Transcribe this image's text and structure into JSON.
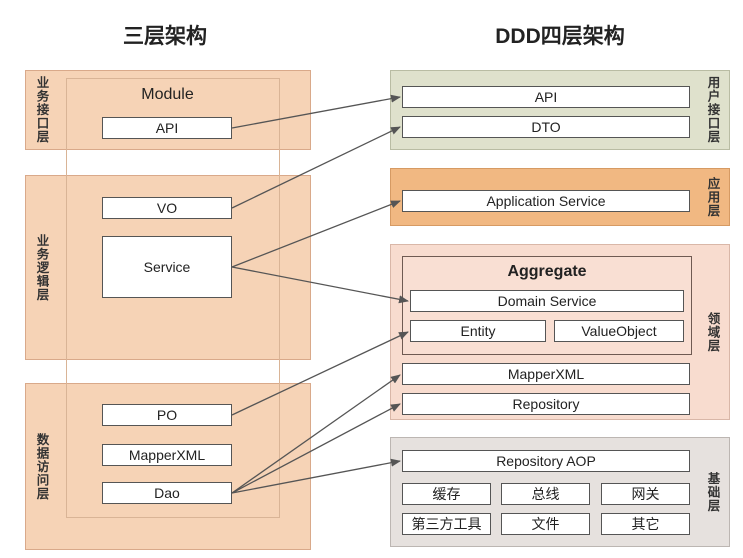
{
  "left": {
    "title": "三层架构",
    "layers": {
      "interface": "业务接口层",
      "logic": "业务逻辑层",
      "data": "数据访问层"
    },
    "module_title": "Module",
    "boxes": {
      "api": "API",
      "vo": "VO",
      "service": "Service",
      "po": "PO",
      "mapperxml": "MapperXML",
      "dao": "Dao"
    }
  },
  "right": {
    "title": "DDD四层架构",
    "layers": {
      "user": "用户接口层",
      "app": "应用层",
      "domain": "领域层",
      "infra": "基础层"
    },
    "boxes": {
      "api": "API",
      "dto": "DTO",
      "application_service": "Application Service",
      "aggregate_title": "Aggregate",
      "domain_service": "Domain Service",
      "entity": "Entity",
      "value_object": "ValueObject",
      "mapperxml": "MapperXML",
      "repository": "Repository",
      "repository_aop": "Repository AOP",
      "cache": "缓存",
      "bus": "总线",
      "gateway": "网关",
      "third_party": "第三方工具",
      "file": "文件",
      "other": "其它"
    }
  }
}
